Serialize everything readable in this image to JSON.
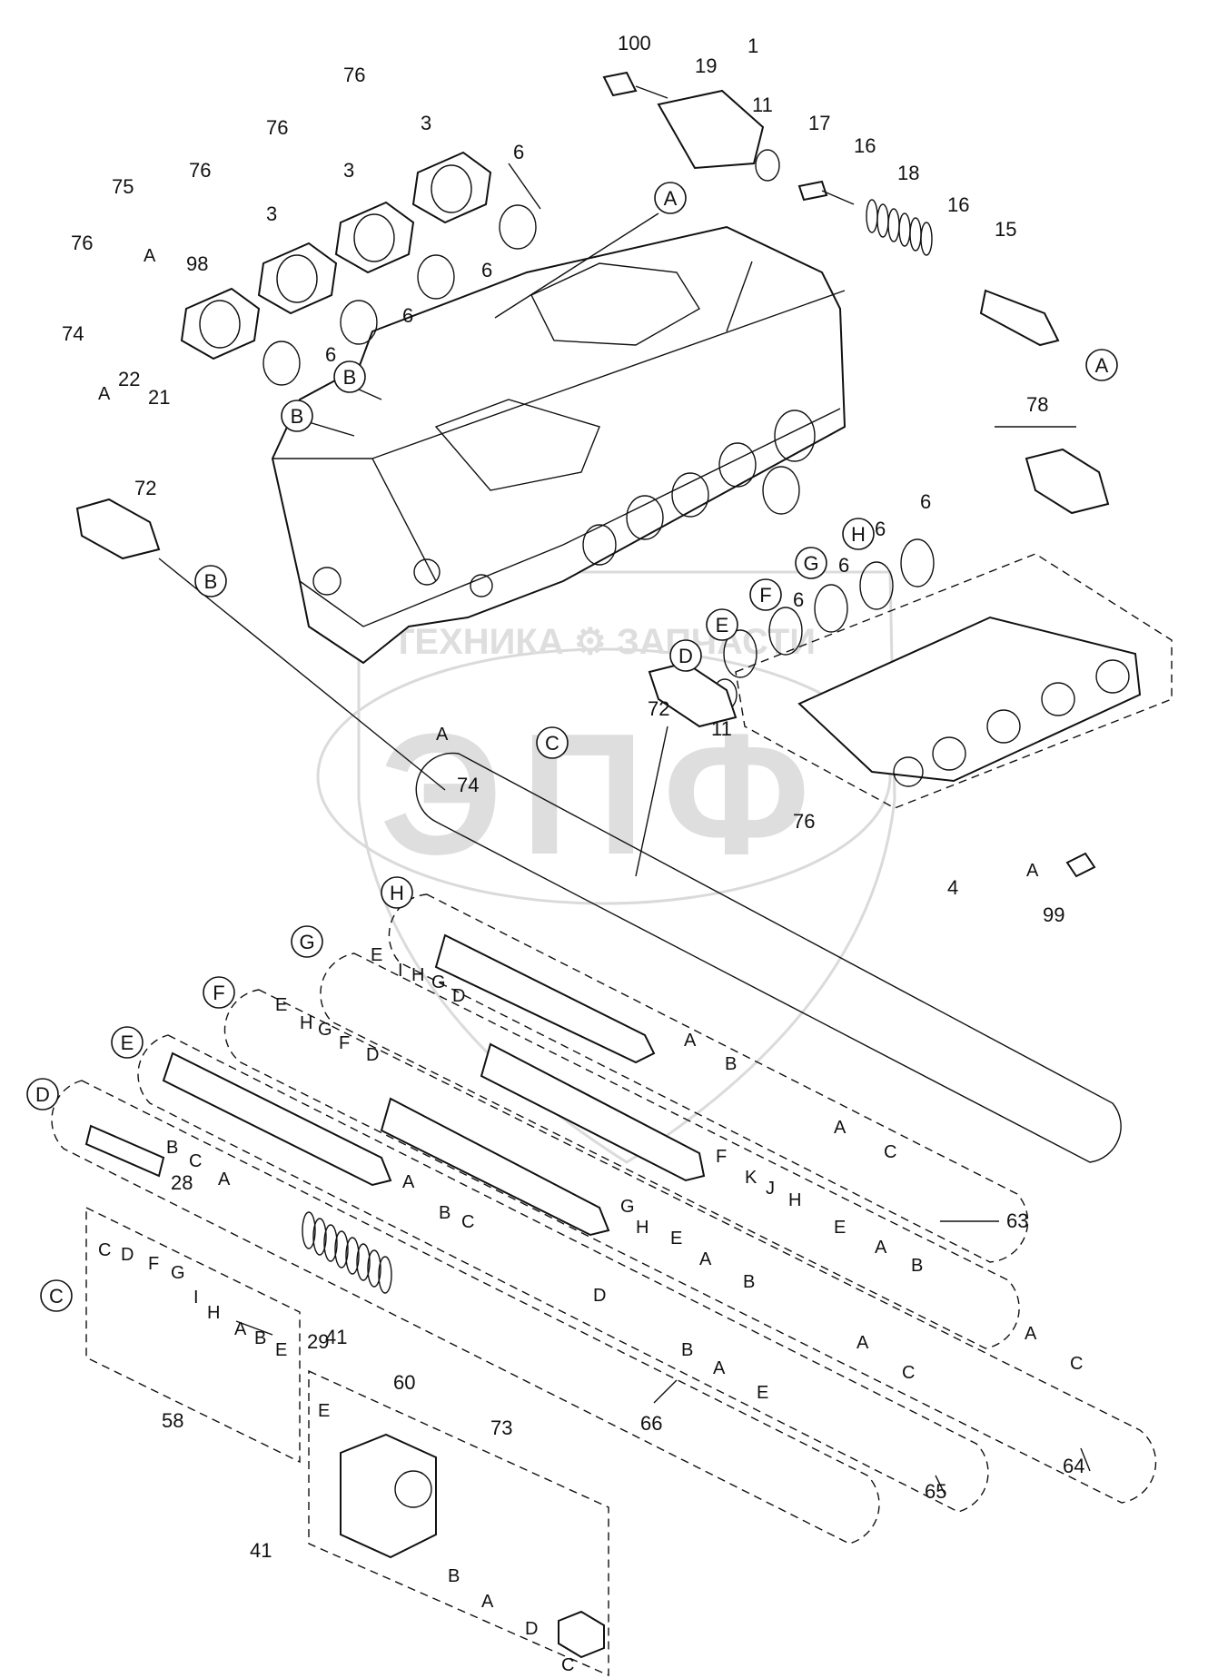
{
  "watermark": {
    "text": "ТЕХНИКА ⚙ ЗАПЧАСТИ",
    "logo_letters": "ЭПФ"
  },
  "part_numbers": [
    "1",
    "3",
    "4",
    "6",
    "11",
    "15",
    "16",
    "17",
    "18",
    "19",
    "21",
    "22",
    "28",
    "29",
    "41",
    "58",
    "60",
    "63",
    "64",
    "65",
    "66",
    "72",
    "73",
    "74",
    "75",
    "76",
    "78",
    "98",
    "99",
    "100"
  ],
  "section_letters": [
    "A",
    "B",
    "C",
    "D",
    "E",
    "F",
    "G",
    "H",
    "I",
    "J",
    "K"
  ],
  "spool_groups": [
    "C",
    "D",
    "E",
    "F",
    "G",
    "H"
  ]
}
